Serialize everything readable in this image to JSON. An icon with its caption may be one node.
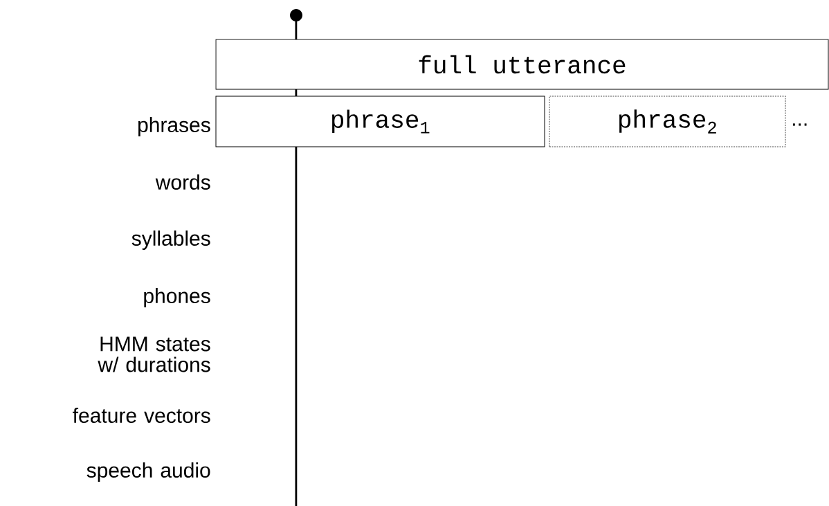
{
  "diagram": {
    "nodes": [
      {
        "text": [
          "full utterance"
        ]
      },
      {
        "text": [
          "phrase$_{1}$"
        ]
      },
      {
        "text": [
          "phrase$_{2}$"
        ]
      }
    ],
    "labels": [
      "phrases",
      "...",
      "words",
      "syllables",
      "phones",
      "HMM states w/ durations",
      "feature vectors",
      "speech audio"
    ]
  }
}
